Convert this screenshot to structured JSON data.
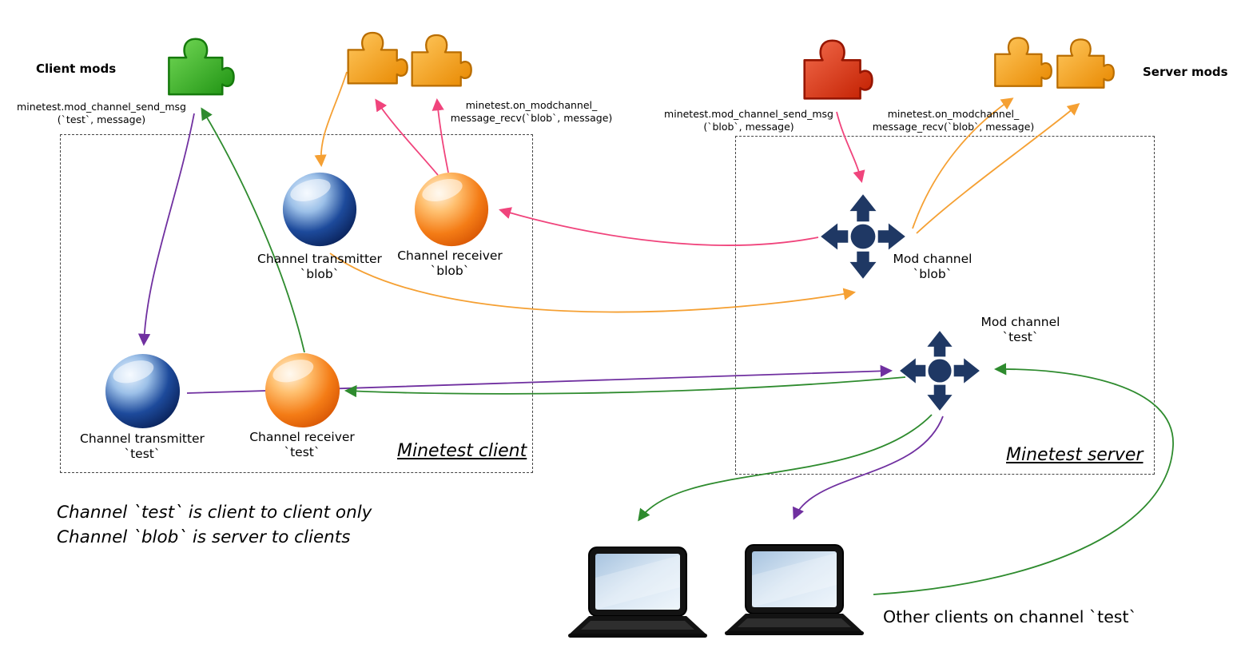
{
  "diagram": {
    "client_mods_label": "Client mods",
    "server_mods_label": "Server mods",
    "client_box_title": "Minetest client",
    "server_box_title": "Minetest server",
    "api_calls": {
      "send_test": {
        "line1": "minetest.mod_channel_send_msg",
        "line2": "(`test`, message)"
      },
      "recv_blob_client": {
        "line1": "minetest.on_modchannel_",
        "line2": "message_recv(`blob`, message)"
      },
      "send_blob": {
        "line1": "minetest.mod_channel_send_msg",
        "line2": "(`blob`, message)"
      },
      "recv_blob_server": {
        "line1": "minetest.on_modchannel_",
        "line2": "message_recv(`blob`, message)"
      }
    },
    "nodes": {
      "transmitter_blob": {
        "line1": "Channel transmitter",
        "line2": "`blob`"
      },
      "receiver_blob": {
        "line1": "Channel receiver",
        "line2": "`blob`"
      },
      "transmitter_test": {
        "line1": "Channel transmitter",
        "line2": "`test`"
      },
      "receiver_test": {
        "line1": "Channel receiver",
        "line2": "`test`"
      },
      "mod_channel_blob": {
        "line1": "Mod channel",
        "line2": "`blob`"
      },
      "mod_channel_test": {
        "line1": "Mod channel",
        "line2": "`test`"
      }
    },
    "notes": {
      "line1": "Channel `test` is client to client only",
      "line2": "Channel `blob` is server to clients"
    },
    "other_clients_label": "Other clients on channel `test`",
    "colors": {
      "arrow_green": "#2e8b2e",
      "arrow_purple": "#7030a0",
      "arrow_orange": "#f5a033",
      "arrow_pink": "#f0447c",
      "mod_channel_icon": "#1f3864",
      "puzzle_green": "#3cb52e",
      "puzzle_orange": "#f59b0c",
      "puzzle_red": "#d92c0b"
    }
  }
}
